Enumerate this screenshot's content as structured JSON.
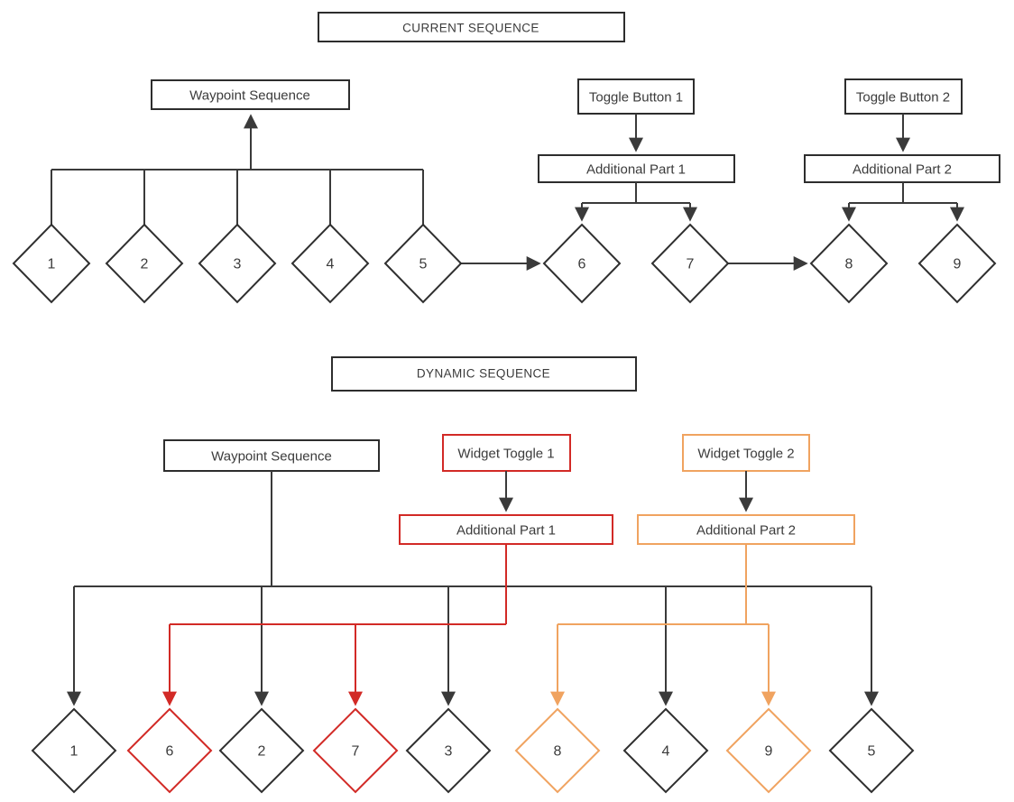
{
  "colors": {
    "dark": "#3a3a3a",
    "red": "#d22a26",
    "orange": "#f0a360"
  },
  "current": {
    "title": "CURRENT SEQUENCE",
    "waypoint_label": "Waypoint Sequence",
    "toggle1_label": "Toggle Button 1",
    "toggle2_label": "Toggle Button 2",
    "part1_label": "Additional Part 1",
    "part2_label": "Additional Part 2",
    "diamonds": [
      "1",
      "2",
      "3",
      "4",
      "5",
      "6",
      "7",
      "8",
      "9"
    ]
  },
  "dynamic": {
    "title": "DYNAMIC SEQUENCE",
    "waypoint_label": "Waypoint Sequence",
    "toggle1_label": "Widget Toggle 1",
    "toggle2_label": "Widget Toggle 2",
    "part1_label": "Additional Part 1",
    "part2_label": "Additional Part 2",
    "diamonds": [
      "1",
      "6",
      "2",
      "7",
      "3",
      "8",
      "4",
      "9",
      "5"
    ]
  }
}
